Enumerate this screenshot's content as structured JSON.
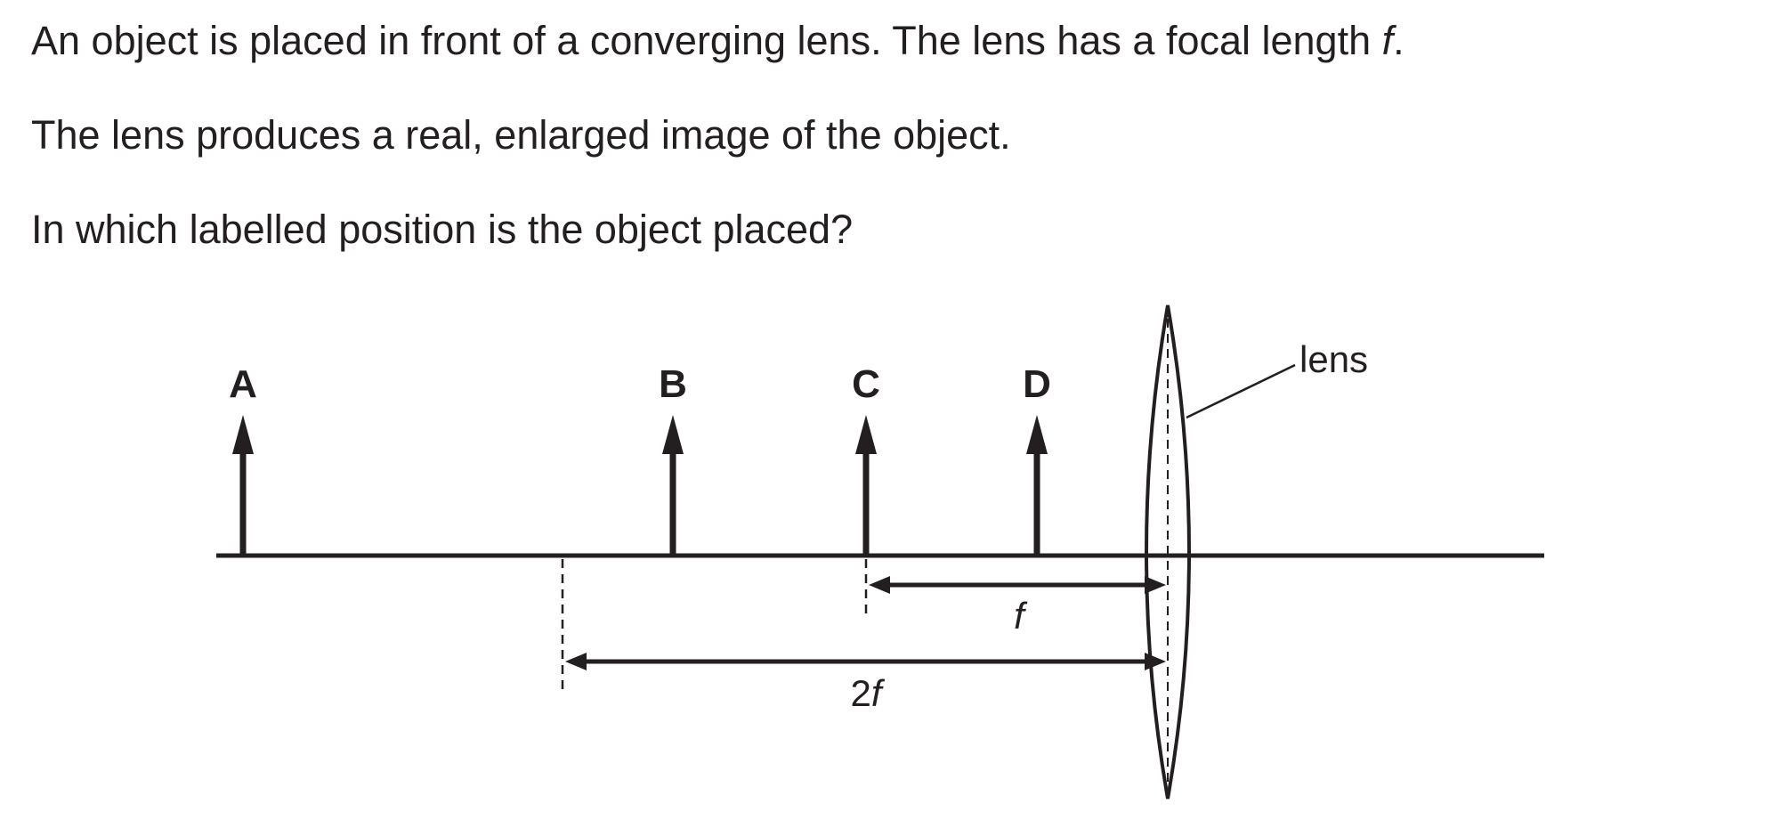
{
  "question": {
    "line1_before": "An object is placed in front of a converging lens. The lens has a focal length ",
    "line1_symbol": "f",
    "line1_after": ".",
    "line2": "The lens produces a real, enlarged image of the object.",
    "line3": "In which labelled position is the object placed?"
  },
  "diagram": {
    "positions": [
      {
        "label": "A"
      },
      {
        "label": "B"
      },
      {
        "label": "C"
      },
      {
        "label": "D"
      }
    ],
    "lens_label": "lens",
    "focal_label": "f",
    "double_focal_prefix": "2",
    "double_focal_symbol": "f"
  }
}
